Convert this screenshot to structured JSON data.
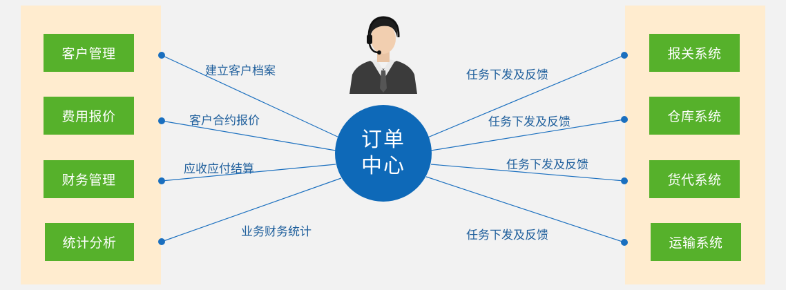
{
  "center": {
    "line1": "订单",
    "line2": "中心"
  },
  "left_nodes": [
    {
      "label": "客户管理",
      "edge_label": "建立客户档案"
    },
    {
      "label": "费用报价",
      "edge_label": "客户合约报价"
    },
    {
      "label": "财务管理",
      "edge_label": "应收应付结算"
    },
    {
      "label": "统计分析",
      "edge_label": "业务财务统计"
    }
  ],
  "right_nodes": [
    {
      "label": "报关系统",
      "edge_label": "任务下发及反馈"
    },
    {
      "label": "仓库系统",
      "edge_label": "任务下发及反馈"
    },
    {
      "label": "货代系统",
      "edge_label": "任务下发及反馈"
    },
    {
      "label": "运输系统",
      "edge_label": "任务下发及反馈"
    }
  ],
  "colors": {
    "panel": "#ffeccf",
    "box": "#56b12b",
    "circle": "#0e69b8",
    "line": "#1a6fbf",
    "label_text": "#1f5f9c",
    "background": "#f2f2f2"
  },
  "icons": {
    "agent": "customer-service-agent-with-headset-icon"
  }
}
